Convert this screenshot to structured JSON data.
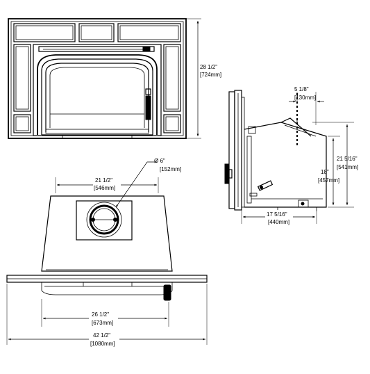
{
  "dimensions": {
    "front_height": {
      "imperial": "28 1/2\"",
      "metric": "[724mm]"
    },
    "flue_diameter": {
      "imperial": "Ø 6\"",
      "metric": "[152mm]"
    },
    "top_width": {
      "imperial": "21 1/2\"",
      "metric": "[546mm]"
    },
    "base_width": {
      "imperial": "26 1/2\"",
      "metric": "[673mm]"
    },
    "overall_width": {
      "imperial": "42 1/2\"",
      "metric": "[1080mm]"
    },
    "flue_offset": {
      "imperial": "5 1/8\"",
      "metric": "[130mm]"
    },
    "side_height": {
      "imperial": "21 5/16\"",
      "metric": "[541mm]"
    },
    "body_height": {
      "imperial": "18\"",
      "metric": "[457mm]"
    },
    "depth": {
      "imperial": "17 5/16\"",
      "metric": "[440mm]"
    }
  }
}
